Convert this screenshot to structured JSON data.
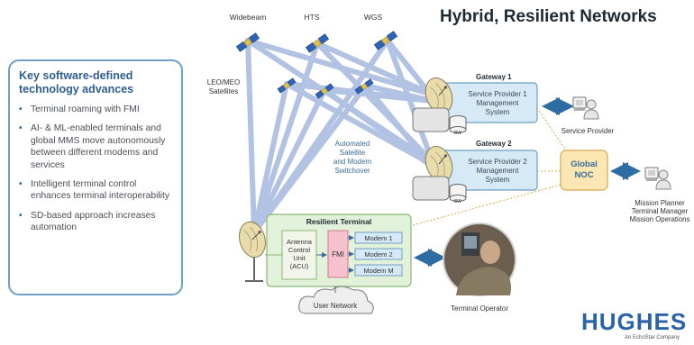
{
  "title": "Hybrid, Resilient Networks",
  "panel": {
    "heading_line1": "Key software-defined",
    "heading_line2": "technology advances",
    "bullets": [
      "Terminal roaming with FMI",
      "AI- & ML-enabled terminals and global MMS move autonomously between different modems and services",
      "Intelligent terminal control enhances terminal interoperability",
      "SD-based approach increases automation"
    ]
  },
  "satellites": {
    "widebeam": "Widebeam",
    "hts": "HTS",
    "wgs": "WGS",
    "leo_line1": "LEO/MEO",
    "leo_line2": "Satellites"
  },
  "gateway1": {
    "label": "Gateway 1",
    "system_line1": "Service Provider 1",
    "system_line2": "Management",
    "system_line3": "System",
    "disk": "BW"
  },
  "gateway2": {
    "label": "Gateway 2",
    "system_line1": "Service Provider 2",
    "system_line2": "Management",
    "system_line3": "System",
    "disk": "BW"
  },
  "switchover": [
    "Automated",
    "Satellite",
    "and Modem",
    "Switchover"
  ],
  "noc": {
    "line1": "Global",
    "line2": "NOC"
  },
  "service_provider": "Service Provider",
  "mission": [
    "Mission Planner",
    "Terminal Manager",
    "Mission Operations"
  ],
  "terminal": {
    "title": "Resilient Terminal",
    "acu": [
      "Antenna",
      "Control",
      "Unit",
      "(ACU)"
    ],
    "fmi": "FMI",
    "modems": [
      "Modem 1",
      "Modem 2",
      "Modem M"
    ]
  },
  "user_network": "User Network",
  "terminal_operator": "Terminal Operator",
  "brand": {
    "name": "HUGHES",
    "tagline": "An EchoStar Company"
  },
  "colors": {
    "beam": "#9eb3dc",
    "accent_blue": "#2e6da4",
    "gateway_box": "#d6e9f6",
    "noc_box": "#fbe6b4",
    "terminal_box": "#e2f1d9",
    "fmi_box": "#f7c1cf",
    "hughes_blue": "#2b63a9"
  }
}
